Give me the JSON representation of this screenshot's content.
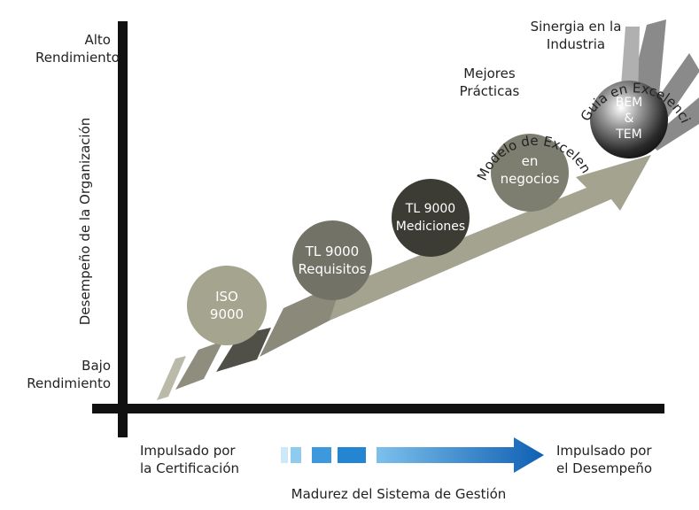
{
  "axis": {
    "y_top": [
      "Alto",
      "Rendimiento"
    ],
    "y_bottom": [
      "Bajo",
      "Rendimiento"
    ],
    "y_label": "Desempeño de la Organización",
    "x_left": [
      "Impulsado por",
      "la Certificación"
    ],
    "x_right": [
      "Impulsado por",
      "el Desempeño"
    ],
    "x_label": "Madurez del Sistema de Gestión"
  },
  "stages": [
    {
      "line1": "ISO",
      "line2": "9000"
    },
    {
      "line1": "TL 9000",
      "line2": "Requisitos"
    },
    {
      "line1": "TL 9000",
      "line2": "Mediciones"
    },
    {
      "line1": "en",
      "line2": "negocios"
    },
    {
      "line1": "BEM",
      "line2": "&",
      "line3": "TEM"
    }
  ],
  "arc_labels": {
    "modelo": "Modelo de Excelencia",
    "guia": "Guia en Excelencia"
  },
  "annotations": {
    "mejores": [
      "Mejores",
      "Prácticas"
    ],
    "sinergia": [
      "Sinergia en la",
      "Industria"
    ]
  },
  "colors": {
    "axis": "#111111",
    "arrow_gray": "#a3a390",
    "arrow_blue": "#1b74c4"
  }
}
